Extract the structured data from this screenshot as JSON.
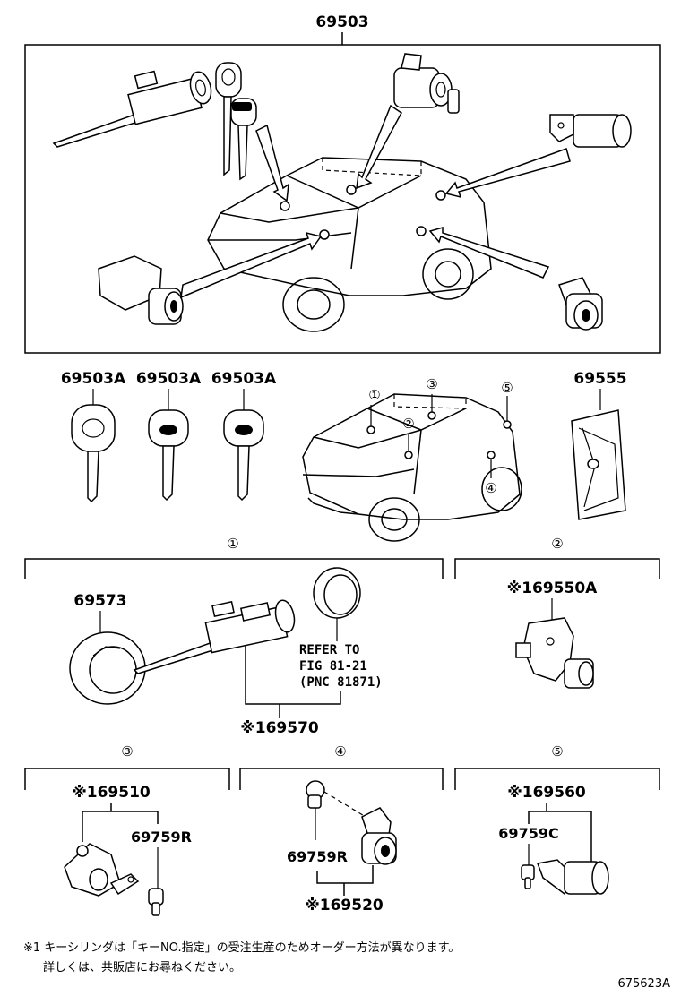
{
  "assembly_label": "69503",
  "key_labels": [
    "69503A",
    "69503A",
    "69503A"
  ],
  "card_label": "69555",
  "location_markers": [
    "①",
    "②",
    "③",
    "④",
    "⑤"
  ],
  "section_markers": {
    "s1": "①",
    "s2": "②",
    "s3": "③",
    "s4": "④",
    "s5": "⑤"
  },
  "section1": {
    "retainer_label": "69573",
    "cylinder_label": "※169570",
    "refer_lines": [
      "REFER TO",
      "FIG 81-21",
      "(PNC 81871)"
    ]
  },
  "section2": {
    "part_label": "※169550A"
  },
  "section3": {
    "assembly_label": "※169510",
    "sub_label": "69759R"
  },
  "section4": {
    "sub_label": "69759R",
    "assembly_label": "※169520"
  },
  "section5": {
    "assembly_label": "※169560",
    "sub_label": "69759C"
  },
  "footnote": {
    "line1": "※1 キーシリンダは「キーNO.指定」の受注生産のためオーダー方法が異なります。",
    "line2": "詳しくは、共販店にお尋ねください。"
  },
  "figure_id": "675623A"
}
